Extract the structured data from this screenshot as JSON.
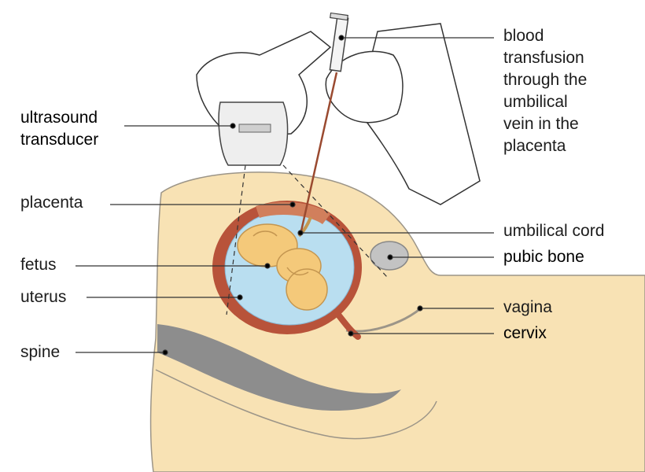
{
  "diagram": {
    "labels": {
      "blood_transfusion": "blood\ntransfusion\nthrough the\numbilical\nvein in the\nplacenta",
      "ultrasound_transducer": "ultrasound\ntransducer",
      "placenta": "placenta",
      "umbilical_cord": "umbilical cord",
      "fetus": "fetus",
      "pubic_bone": "pubic bone",
      "uterus": "uterus",
      "vagina": "vagina",
      "cervix": "cervix",
      "spine": "spine"
    },
    "colors": {
      "skin": "#f8e2b4",
      "skin_outline": "#9c9588",
      "uterus_wall": "#b8533a",
      "amniotic_fluid": "#b9def0",
      "fetus": "#f4c97a",
      "bone": "#8d8d8d",
      "glove": "#ffffff",
      "transducer": "#eeeeee",
      "needle": "#9a4a30",
      "leader_line": "#333333"
    }
  }
}
